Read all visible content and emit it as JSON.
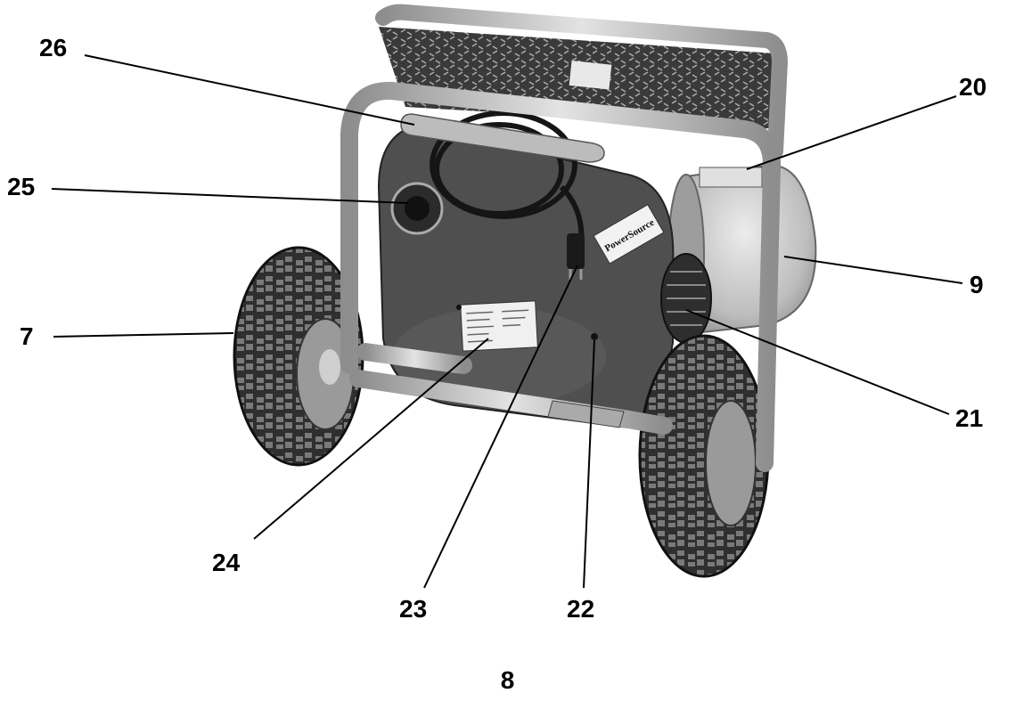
{
  "figure": {
    "callouts": [
      {
        "id": "c26",
        "label": "26"
      },
      {
        "id": "c25",
        "label": "25"
      },
      {
        "id": "c7",
        "label": "7"
      },
      {
        "id": "c20",
        "label": "20"
      },
      {
        "id": "c9",
        "label": "9"
      },
      {
        "id": "c21",
        "label": "21"
      },
      {
        "id": "c24",
        "label": "24"
      },
      {
        "id": "c23",
        "label": "23"
      },
      {
        "id": "c22",
        "label": "22"
      }
    ],
    "product_label": "PowerSource"
  },
  "page": {
    "number": "8"
  },
  "colors": {
    "ink": "#000000",
    "frame": "#b5b5b5",
    "tire": "#3a3a3a",
    "tank": "#c8c8c8",
    "housing": "#555555"
  }
}
